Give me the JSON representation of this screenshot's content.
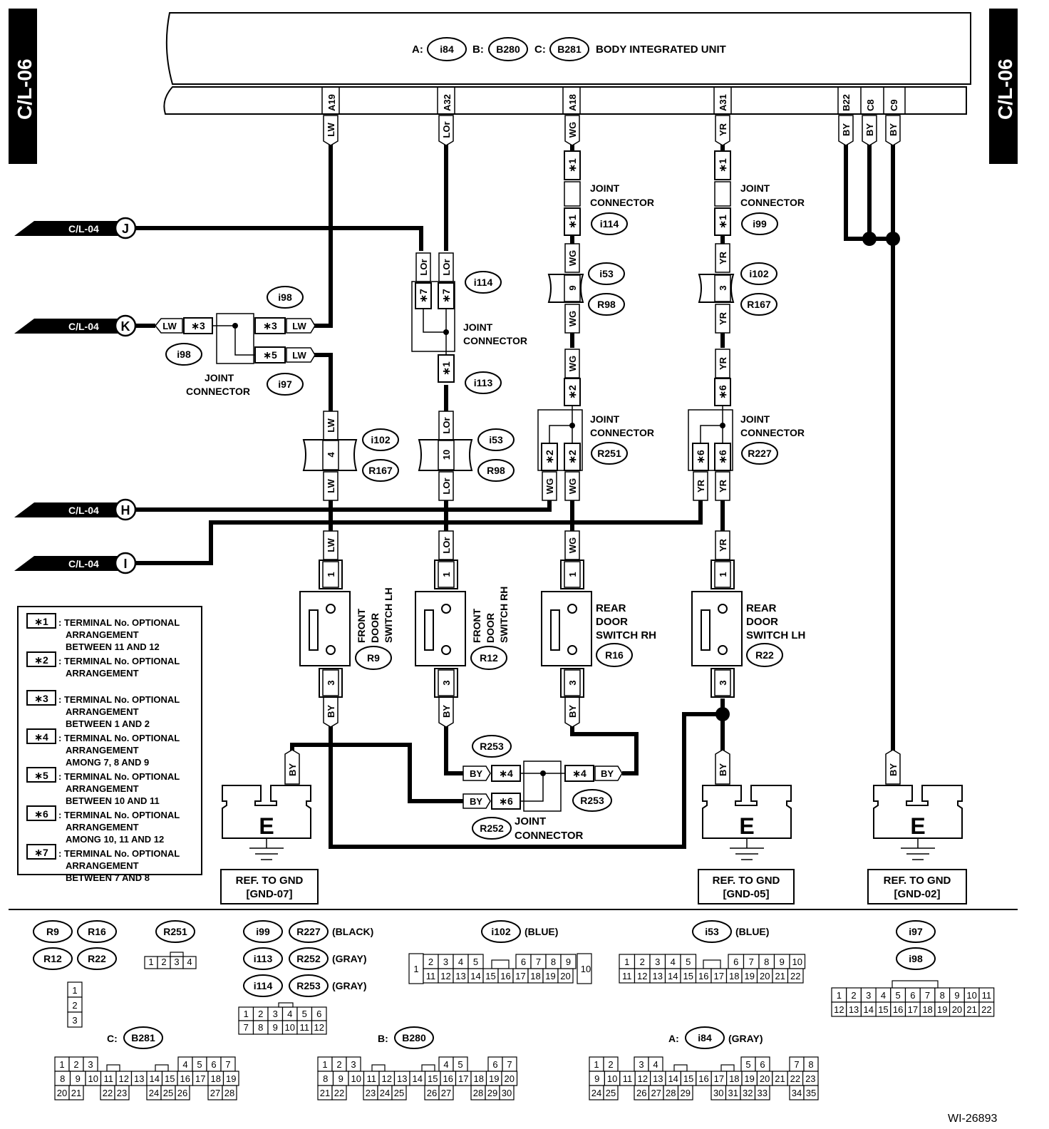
{
  "page_ref": "C/L-06",
  "unit": {
    "prefix_a": "A:",
    "conn_a": "i84",
    "prefix_b": "B:",
    "conn_b": "B280",
    "prefix_c": "C:",
    "conn_c": "B281",
    "name": "BODY INTEGRATED UNIT"
  },
  "pins": [
    "A19",
    "A32",
    "A18",
    "A31",
    "B22",
    "C8",
    "C9"
  ],
  "offpage": {
    "j": "C/L-04",
    "k": "C/L-04",
    "h": "C/L-04",
    "i": "C/L-04"
  },
  "offpage_letters": {
    "j": "J",
    "k": "K",
    "h": "H",
    "i": "I"
  },
  "colors": {
    "lw": "LW",
    "lor": "LOr",
    "wg": "WG",
    "yr": "YR",
    "by": "BY"
  },
  "stars": {
    "s1": "∗1",
    "s2": "∗2",
    "s3": "∗3",
    "s4": "∗4",
    "s5": "∗5",
    "s6": "∗6",
    "s7": "∗7"
  },
  "pin_nums": {
    "p1": "1",
    "p3": "3",
    "p4": "4",
    "p9": "9",
    "p10": "10"
  },
  "joint_label": {
    "l1": "JOINT",
    "l2": "CONNECTOR"
  },
  "conn_ids": {
    "i98": "i98",
    "i97": "i97",
    "i114": "i114",
    "i113": "i113",
    "i99": "i99",
    "i53": "i53",
    "i102": "i102",
    "R98": "R98",
    "R167": "R167",
    "R251": "R251",
    "R227": "R227",
    "R9": "R9",
    "R12": "R12",
    "R16": "R16",
    "R22": "R22",
    "R252": "R252",
    "R253": "R253"
  },
  "switches": {
    "front_lh": [
      "FRONT",
      "DOOR",
      "SWITCH LH"
    ],
    "front_rh": [
      "FRONT",
      "DOOR",
      "SWITCH RH"
    ],
    "rear_rh": [
      "REAR",
      "DOOR",
      "SWITCH RH"
    ],
    "rear_lh": [
      "REAR",
      "DOOR",
      "SWITCH LH"
    ]
  },
  "ground": {
    "letter": "E",
    "ref1": "REF. TO GND",
    "ref1b": "[GND-07]",
    "ref2": "REF. TO GND",
    "ref2b": "[GND-05]",
    "ref3": "REF. TO GND",
    "ref3b": "[GND-02]"
  },
  "legend": [
    {
      "key": "∗1",
      "lines": [
        ": TERMINAL No. OPTIONAL",
        "ARRANGEMENT",
        "BETWEEN 11 AND 12"
      ]
    },
    {
      "key": "∗2",
      "lines": [
        ": TERMINAL No. OPTIONAL",
        "ARRANGEMENT"
      ]
    },
    {
      "key": "∗3",
      "lines": [
        ": TERMINAL No. OPTIONAL",
        "ARRANGEMENT",
        "BETWEEN 1 AND 2"
      ]
    },
    {
      "key": "∗4",
      "lines": [
        ": TERMINAL No. OPTIONAL",
        "ARRANGEMENT",
        "AMONG 7, 8 AND 9"
      ]
    },
    {
      "key": "∗5",
      "lines": [
        ": TERMINAL No. OPTIONAL",
        "ARRANGEMENT",
        "BETWEEN 10 AND 11"
      ]
    },
    {
      "key": "∗6",
      "lines": [
        ": TERMINAL No. OPTIONAL",
        "ARRANGEMENT",
        "AMONG 10, 11 AND 12"
      ]
    },
    {
      "key": "∗7",
      "lines": [
        ": TERMINAL No. OPTIONAL",
        "ARRANGEMENT",
        "BETWEEN 7 AND 8"
      ]
    }
  ],
  "faces": {
    "black": "(BLACK)",
    "gray": "(GRAY)",
    "blue": "(BLUE)",
    "c_prefix": "C:",
    "b_prefix": "B:",
    "a_prefix": "A:"
  },
  "face_cells": {
    "r251": [
      "1",
      "2",
      "3",
      "4"
    ],
    "sw3": [
      "1",
      "2",
      "3"
    ],
    "jc6": [
      [
        "1",
        "2",
        "3",
        "4",
        "5",
        "6"
      ],
      [
        "7",
        "8",
        "9",
        "10",
        "11",
        "12"
      ]
    ],
    "i102_top": [
      "2",
      "3",
      "4",
      "5",
      "6",
      "7",
      "8",
      "9"
    ],
    "i102_bot": [
      "11",
      "12",
      "13",
      "14",
      "15",
      "16",
      "17",
      "18",
      "19",
      "20"
    ],
    "i102_ends": [
      "1",
      "10"
    ],
    "i53_top": [
      "1",
      "2",
      "3",
      "4",
      "5",
      "6",
      "7",
      "8",
      "9",
      "10"
    ],
    "i53_bot": [
      "11",
      "12",
      "13",
      "14",
      "15",
      "16",
      "17",
      "18",
      "19",
      "20",
      "21",
      "22"
    ],
    "i97_top": [
      "1",
      "2",
      "3",
      "4",
      "5",
      "6",
      "7",
      "8",
      "9",
      "10",
      "11"
    ],
    "i97_bot": [
      "12",
      "13",
      "14",
      "15",
      "16",
      "17",
      "18",
      "19",
      "20",
      "21",
      "22"
    ],
    "b281_r1": [
      "1",
      "2",
      "3",
      "4",
      "5",
      "6",
      "7"
    ],
    "b281_r2": [
      "8",
      "9",
      "10",
      "11",
      "12",
      "13",
      "14",
      "15",
      "16",
      "17",
      "18",
      "19"
    ],
    "b281_r3": [
      "20",
      "21",
      "22",
      "23",
      "24",
      "25",
      "26",
      "27",
      "28"
    ],
    "b280_r1": [
      "1",
      "2",
      "3",
      "4",
      "5",
      "6",
      "7"
    ],
    "b280_r2": [
      "8",
      "9",
      "10",
      "11",
      "12",
      "13",
      "14",
      "15",
      "16",
      "17",
      "18",
      "19",
      "20"
    ],
    "b280_r3": [
      "21",
      "22",
      "23",
      "24",
      "25",
      "26",
      "27",
      "28",
      "29",
      "30"
    ],
    "i84_r1": [
      "1",
      "2",
      "3",
      "4",
      "5",
      "6",
      "7",
      "8"
    ],
    "i84_r2": [
      "9",
      "10",
      "11",
      "12",
      "13",
      "14",
      "15",
      "16",
      "17",
      "18",
      "19",
      "20",
      "21",
      "22",
      "23"
    ],
    "i84_r3": [
      "24",
      "25",
      "26",
      "27",
      "28",
      "29",
      "30",
      "31",
      "32",
      "33",
      "34",
      "35"
    ]
  },
  "doc_code": "WI-26893"
}
